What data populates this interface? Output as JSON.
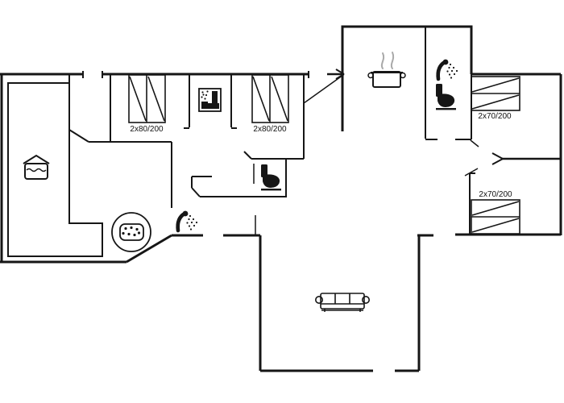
{
  "page": {
    "background": "#ffffff",
    "wall_color": "#161616",
    "steam_color": "#a9a9a9",
    "description": "black-and-white holiday house floor plan"
  },
  "beds": [
    {
      "id": "bedroom-left-1",
      "label": "2x80/200"
    },
    {
      "id": "bedroom-left-2",
      "label": "2x80/200"
    },
    {
      "id": "bedroom-right-top",
      "label": "2x70/200"
    },
    {
      "id": "bedroom-right-bottom",
      "label": "2x70/200"
    }
  ],
  "icons": [
    {
      "name": "pool-icon",
      "meaning": "indoor pool basin with roof"
    },
    {
      "name": "whirlpool-icon",
      "meaning": "round whirlpool tub with bubbles"
    },
    {
      "name": "sauna-icon",
      "meaning": "sauna cabin pictogram"
    },
    {
      "name": "shower-icon",
      "meaning": "hand shower with spray"
    },
    {
      "name": "toilet-icon",
      "meaning": "toilet silhouette"
    },
    {
      "name": "cooking-pot-icon",
      "meaning": "kitchen pot with steam"
    },
    {
      "name": "sofa-icon",
      "meaning": "three seat sofa"
    },
    {
      "name": "entrance-arrow-icon",
      "meaning": "entrance direction arrow"
    },
    {
      "name": "door-swing-icon",
      "meaning": "open door leaf line"
    }
  ]
}
